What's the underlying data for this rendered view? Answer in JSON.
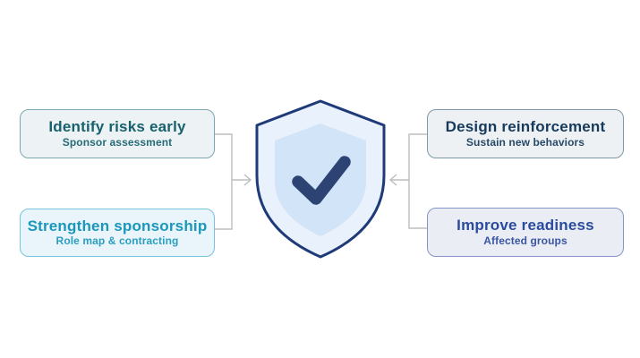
{
  "boxes": {
    "identify": {
      "title": "Identify risks early",
      "subtitle": "Sponsor assessment"
    },
    "strengthen": {
      "title": "Strengthen sponsorship",
      "subtitle": "Role map & contracting"
    },
    "design": {
      "title": "Design reinforcement",
      "subtitle": "Sustain new behaviors"
    },
    "improve": {
      "title": "Improve readiness",
      "subtitle": "Affected groups"
    }
  },
  "center": {
    "icon": "shield-check-icon"
  },
  "colors": {
    "background": "#ffffff",
    "connector": "#bdbdbd",
    "shield_outline": "#1e3a78",
    "shield_fill_outer": "#e9f1fc",
    "shield_fill_inner": "#d2e4f8",
    "checkmark": "#2d4373",
    "box_identify_border": "#7aa7ae",
    "box_identify_fill": "#edf3f4",
    "box_identify_text": "#17606e",
    "box_strengthen_border": "#76c3de",
    "box_strengthen_fill": "#e9f5fa",
    "box_strengthen_text": "#1b97bb",
    "box_design_border": "#7e99a8",
    "box_design_fill": "#edf1f3",
    "box_design_text": "#163a5c",
    "box_improve_border": "#8494c8",
    "box_improve_fill": "#ebedf5",
    "box_improve_text": "#2a4a9e"
  }
}
